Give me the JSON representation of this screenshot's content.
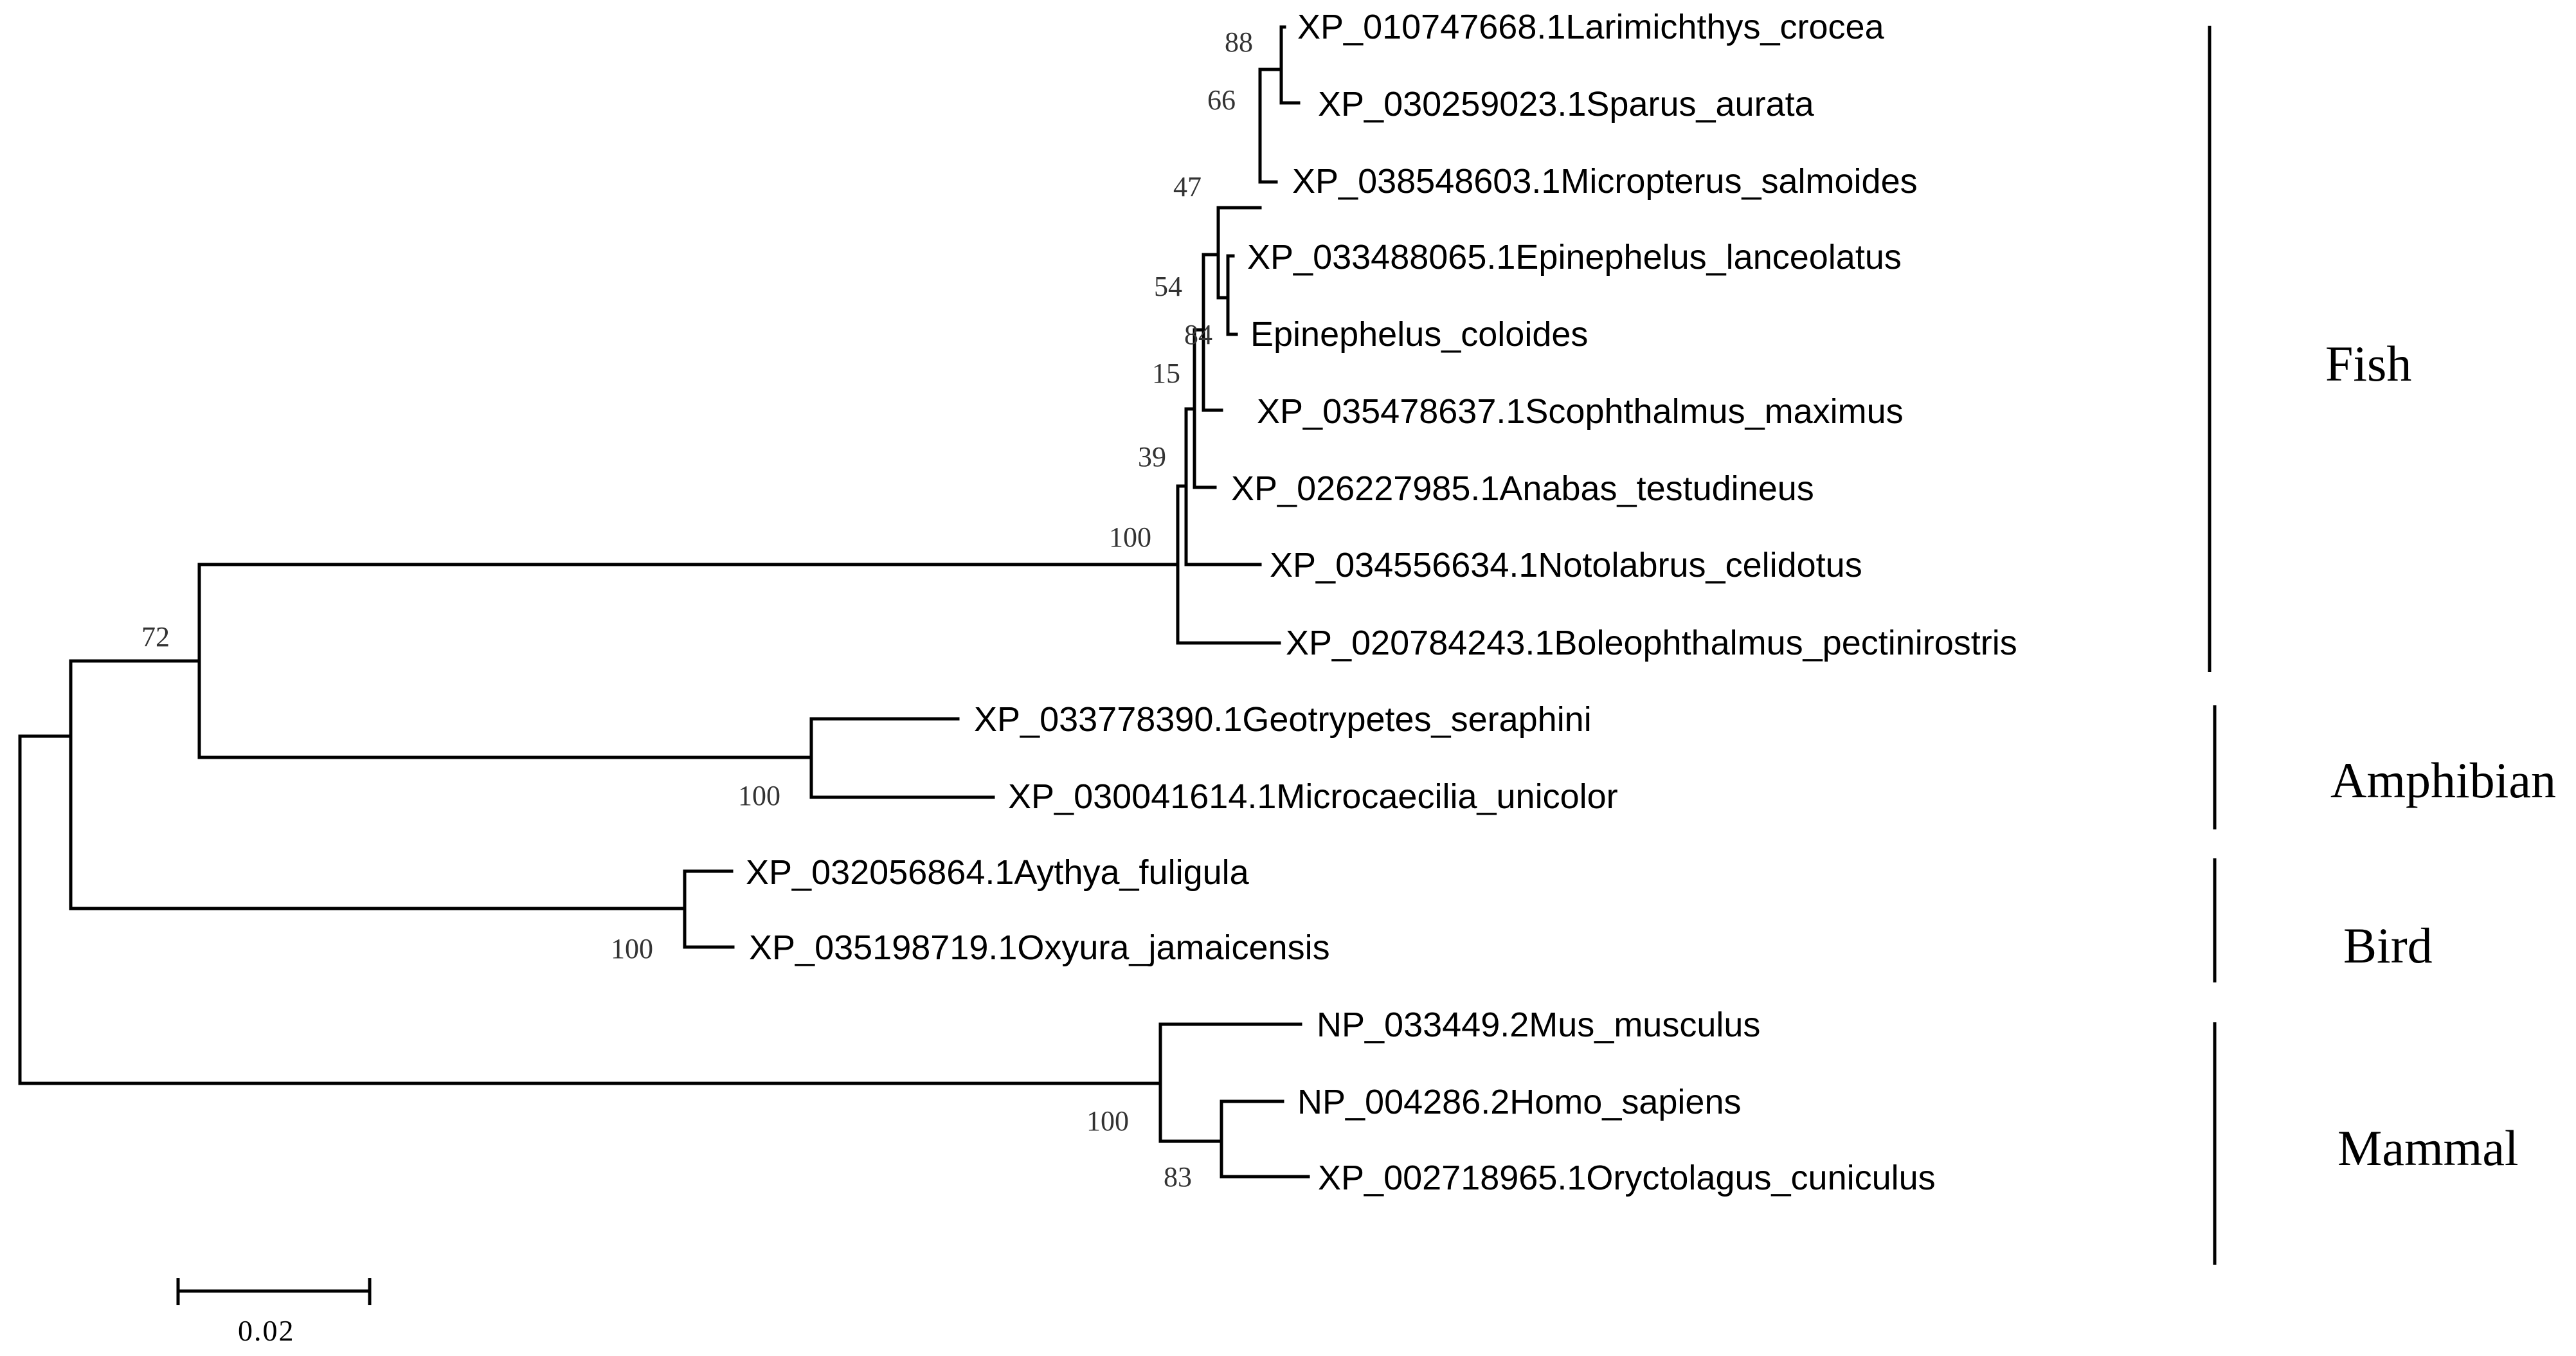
{
  "leaves": [
    "XP_010747668.1Larimichthys_crocea",
    "XP_030259023.1Sparus_aurata",
    "XP_038548603.1Micropterus_salmoides",
    "XP_033488065.1Epinephelus_lanceolatus",
    "Epinephelus_coloides",
    "XP_035478637.1Scophthalmus_maximus",
    "XP_026227985.1Anabas_testudineus",
    "XP_034556634.1Notolabrus_celidotus",
    "XP_020784243.1Boleophthalmus_pectinirostris",
    "XP_033778390.1Geotrypetes_seraphini",
    "XP_030041614.1Microcaecilia_unicolor",
    "XP_032056864.1Aythya_fuligula",
    "XP_035198719.1Oxyura_jamaicensis",
    "NP_033449.2Mus_musculus",
    "NP_004286.2Homo_sapiens",
    "XP_002718965.1Oryctolagus_cuniculus"
  ],
  "support_values": [
    "88",
    "66",
    "47",
    "54",
    "84",
    "15",
    "39",
    "100",
    "72",
    "100",
    "100",
    "100",
    "83"
  ],
  "groups": [
    "Fish",
    "Amphibian",
    "Bird",
    "Mammal"
  ],
  "scale_bar": {
    "label": "0.02",
    "length": 0.02
  }
}
